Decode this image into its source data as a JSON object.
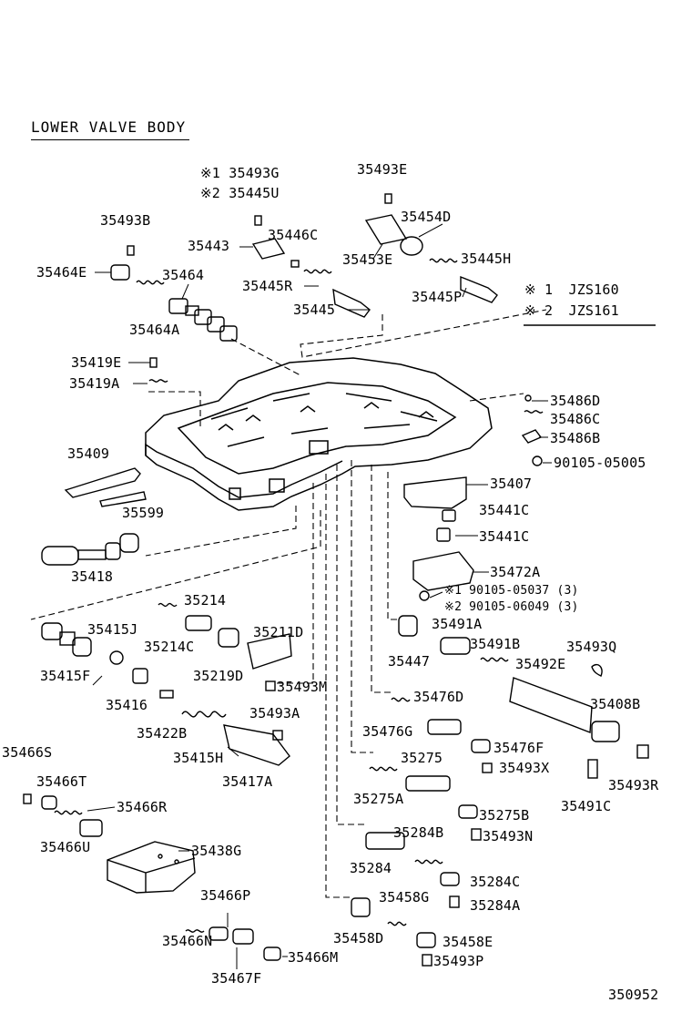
{
  "title": "LOWER VALVE BODY",
  "legend": [
    {
      "mark": "※ 1",
      "model": "JZS160"
    },
    {
      "mark": "※ 2",
      "model": "JZS161"
    }
  ],
  "figure_id": "350952",
  "parts": {
    "p35493G": "※1 35493G",
    "p35445U": "※2 35445U",
    "p35493E": "35493E",
    "p35493B": "35493B",
    "p35454D": "35454D",
    "p35443": "35443",
    "p35446C": "35446C",
    "p35453E": "35453E",
    "p35445H": "35445H",
    "p35464E": "35464E",
    "p35464": "35464",
    "p35445R": "35445R",
    "p35445P": "35445P",
    "p35445": "35445",
    "p35464A": "35464A",
    "p35419E": "35419E",
    "p35419A": "35419A",
    "p35486D": "35486D",
    "p35486C": "35486C",
    "p35486B": "35486B",
    "p90105_05005": "90105-05005",
    "p35409": "35409",
    "p35407": "35407",
    "p35599": "35599",
    "p35441C_a": "35441C",
    "p35441C_b": "35441C",
    "p35418": "35418",
    "p35472A": "35472A",
    "p90105_05037": "※1 90105-05037 (3)",
    "p90105_06049": "※2 90105-06049 (3)",
    "p35214": "35214",
    "p35415J": "35415J",
    "p35211D": "35211D",
    "p35491A": "35491A",
    "p35214C": "35214C",
    "p35491B": "35491B",
    "p35493Q": "35493Q",
    "p35415F": "35415F",
    "p35219D": "35219D",
    "p35447": "35447",
    "p35492E": "35492E",
    "p35493M": "35493M",
    "p35416": "35416",
    "p35476D": "35476D",
    "p35408B": "35408B",
    "p35493A": "35493A",
    "p35422B": "35422B",
    "p35476G": "35476G",
    "p35415H": "35415H",
    "p35476F": "35476F",
    "p35466S": "35466S",
    "p35275": "35275",
    "p35493X": "35493X",
    "p35417A": "35417A",
    "p35466T": "35466T",
    "p35493R": "35493R",
    "p35275A": "35275A",
    "p35491C": "35491C",
    "p35466R": "35466R",
    "p35275B": "35275B",
    "p35284B": "35284B",
    "p35466U": "35466U",
    "p35438G": "35438G",
    "p35493N": "35493N",
    "p35284": "35284",
    "p35284C": "35284C",
    "p35458G": "35458G",
    "p35466P": "35466P",
    "p35284A": "35284A",
    "p35466N": "35466N",
    "p35458D": "35458D",
    "p35458E": "35458E",
    "p35466M": "35466M",
    "p35493P": "35493P",
    "p35467F": "35467F"
  }
}
